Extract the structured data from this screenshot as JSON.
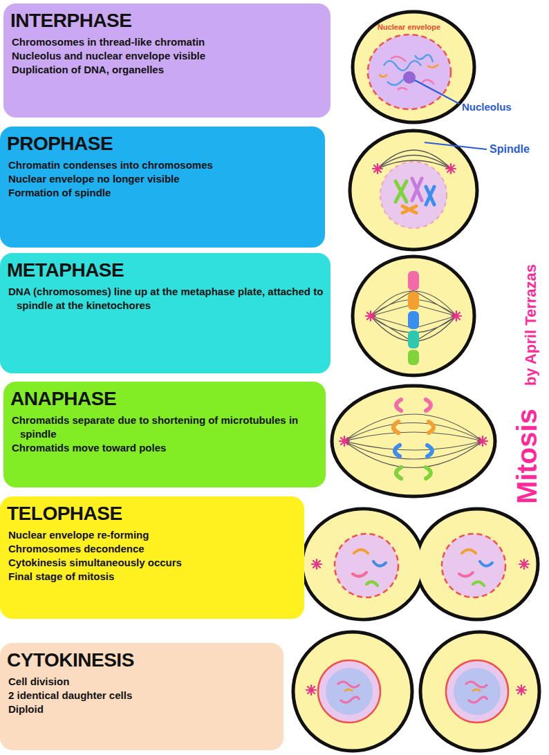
{
  "diagram": {
    "nodes": [
      {
        "text": [
          "INTERPHASE",
          "Chromosomes in thread-like chromatin",
          "Nucleolus and nuclear envelope visible",
          "Duplication of DNA, organelles"
        ]
      },
      {
        "text": [
          "PROPHASE",
          "Chromatin condenses into chromosomes",
          "Nuclear envelope no longer visible",
          "Formation of spindle"
        ]
      },
      {
        "text": [
          "METAPHASE",
          "DNA (chromosomes) line up at the metaphase plate, attached to spindle at the kinetochores"
        ]
      },
      {
        "text": [
          "ANAPHASE",
          "Chromatids separate due to shortening of microtubules in spindle",
          "Chromatids move toward poles"
        ]
      },
      {
        "text": [
          "TELOPHASE",
          "Nuclear envelope re-forming",
          "Chromosomes decondence",
          "Cytokinesis simultaneously occurs",
          "Final stage of mitosis"
        ]
      },
      {
        "text": [
          "CYTOKINESIS",
          "Cell division",
          "2 identical daughter cells",
          "Diploid"
        ]
      }
    ],
    "labels": [
      "Nuclear envelope",
      "Nucleolus",
      "Spindle",
      "by April Terrazas",
      "Mitosis"
    ]
  }
}
